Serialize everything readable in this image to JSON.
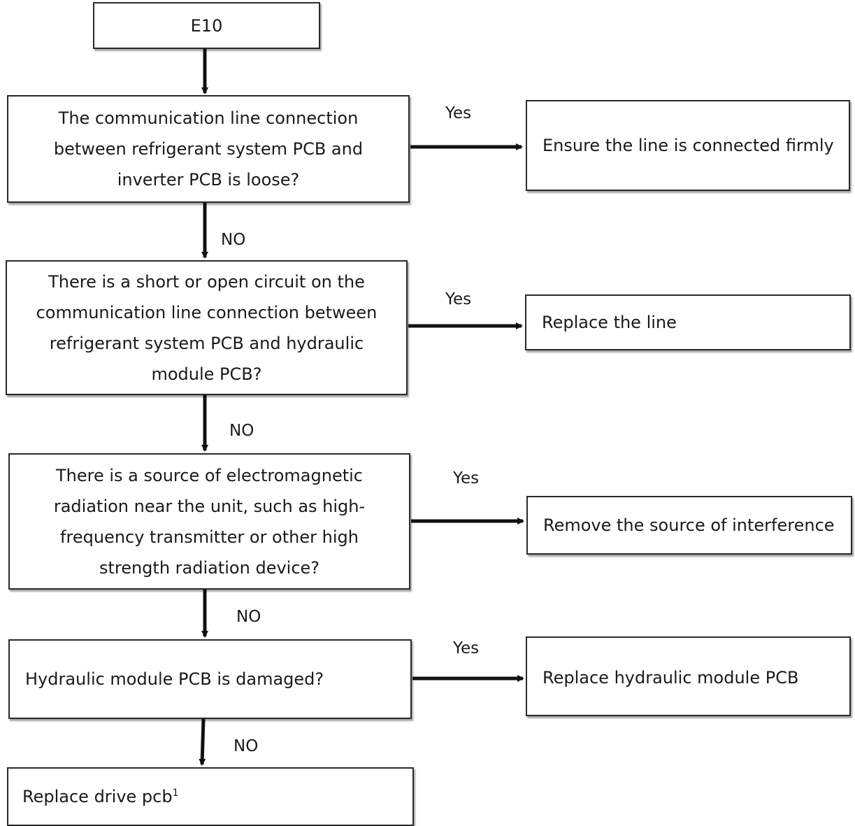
{
  "flowchart": {
    "start": {
      "text": "E10"
    },
    "steps": [
      {
        "question": "The communication line connection between refrigerant system PCB and inverter PCB is loose?",
        "yes_label": "Yes",
        "yes_action": "Ensure the line is connected firmly",
        "no_label": "NO"
      },
      {
        "question": "There is a short or open circuit on the communication line connection between refrigerant system PCB and hydraulic module PCB?",
        "yes_label": "Yes",
        "yes_action": "Replace the line",
        "no_label": "NO"
      },
      {
        "question": "There is a source of electromagnetic radiation near the unit, such as high-frequency transmitter or other high strength radiation device?",
        "yes_label": "Yes",
        "yes_action": "Remove the source of interference",
        "no_label": "NO"
      },
      {
        "question": "Hydraulic module PCB is damaged?",
        "yes_label": "Yes",
        "yes_action": "Replace hydraulic module PCB",
        "no_label": "NO"
      }
    ],
    "end": {
      "text": "Replace drive pcb",
      "footnote": "1"
    }
  }
}
